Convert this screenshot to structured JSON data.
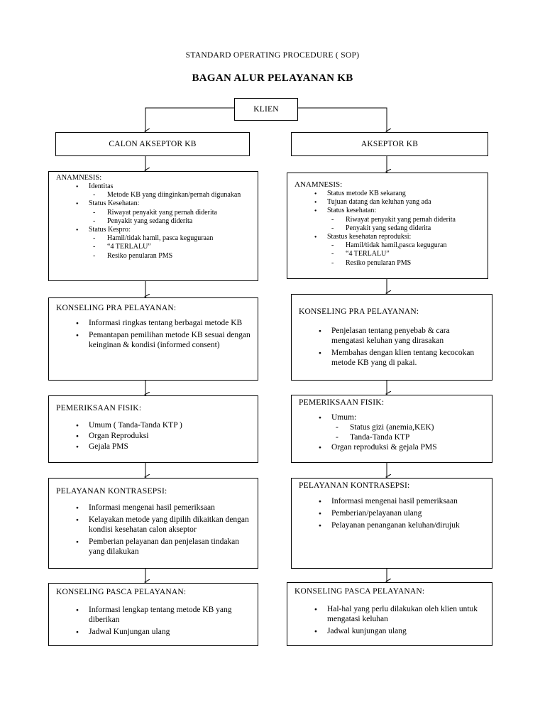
{
  "header": {
    "sop": "STANDARD OPERATING PROCEDURE ( SOP)",
    "title": "BAGAN ALUR PELAYANAN KB"
  },
  "klien": "KLIEN",
  "left": {
    "top": "CALON AKSEPTOR KB",
    "anamnesis": {
      "heading": "ANAMNESIS:",
      "identitas": "Identitas",
      "identitas_sub": "Metode KB yang diinginkan/pernah digunakan",
      "status_kesehatan": "Status Kesehatan:",
      "kesehatan_sub1": "Riwayat penyakit yang pernah diderita",
      "kesehatan_sub2": "Penyakit yang sedang diderita",
      "status_kespro": "Status Kespro:",
      "kespro_sub1": "Hamil/tidak hamil, pasca keguguraan",
      "kespro_sub2": "“4 TERLALU”",
      "kespro_sub3": "Resiko penularan PMS"
    },
    "konseling_pra": {
      "heading": "KONSELING PRA PELAYANAN:",
      "items": [
        "Informasi ringkas tentang berbagai metode KB",
        "Pemantapan pemilihan metode KB  sesuai dengan keinginan & kondisi (informed consent)"
      ]
    },
    "pemeriksaan": {
      "heading": "PEMERIKSAAN FISIK:",
      "items": [
        "Umum ( Tanda-Tanda KTP )",
        "Organ Reproduksi",
        "Gejala PMS"
      ]
    },
    "kontrasepsi": {
      "heading": "PELAYANAN KONTRASEPSI:",
      "items": [
        "Informasi mengenai hasil pemeriksaan",
        "Kelayakan metode yang dipilih dikaitkan dengan kondisi kesehatan calon akseptor",
        "Pemberian pelayanan dan penjelasan tindakan yang dilakukan"
      ]
    },
    "konseling_pasca": {
      "heading": "KONSELING PASCA PELAYANAN:",
      "items": [
        "Informasi lengkap tentang metode KB yang diberikan",
        "Jadwal Kunjungan ulang"
      ]
    }
  },
  "right": {
    "top": "AKSEPTOR KB",
    "anamnesis": {
      "heading": "ANAMNESIS:",
      "b1": "Status  metode KB sekarang",
      "b2": "Tujuan datang dan keluhan yang ada",
      "b3": "Status kesehatan:",
      "b3_sub1": "Riwayat penyakit yang pernah diderita",
      "b3_sub2": "Penyakit yang sedang diderita",
      "b4": "Stastus  kesehatan reproduksi:",
      "b4_sub1": "Hamil/tidak hamil,pasca keguguran",
      "b4_sub2": "“4 TERLALU”",
      "b4_sub3": "Resiko penularan PMS"
    },
    "konseling_pra": {
      "heading": "KONSELING PRA PELAYANAN:",
      "items": [
        "Penjelasan tentang penyebab & cara mengatasi keluhan yang dirasakan",
        "Membahas dengan klien tentang kecocokan metode KB yang di pakai."
      ]
    },
    "pemeriksaan": {
      "heading": "PEMERIKSAAN FISIK:",
      "umum": "Umum:",
      "umum_sub1": "Status gizi (anemia,KEK)",
      "umum_sub2": "Tanda-Tanda KTP",
      "organ": "Organ reproduksi & gejala PMS"
    },
    "kontrasepsi": {
      "heading": "PELAYANAN KONTRASEPSI:",
      "items": [
        "Informasi mengenai hasil pemeriksaan",
        "Pemberian/pelayanan ulang",
        "Pelayanan penanganan keluhan/dirujuk"
      ]
    },
    "konseling_pasca": {
      "heading": "KONSELING PASCA PELAYANAN:",
      "items": [
        "Hal-hal yang perlu dilakukan oleh klien untuk mengatasi keluhan",
        "Jadwal kunjungan ulang"
      ]
    }
  }
}
